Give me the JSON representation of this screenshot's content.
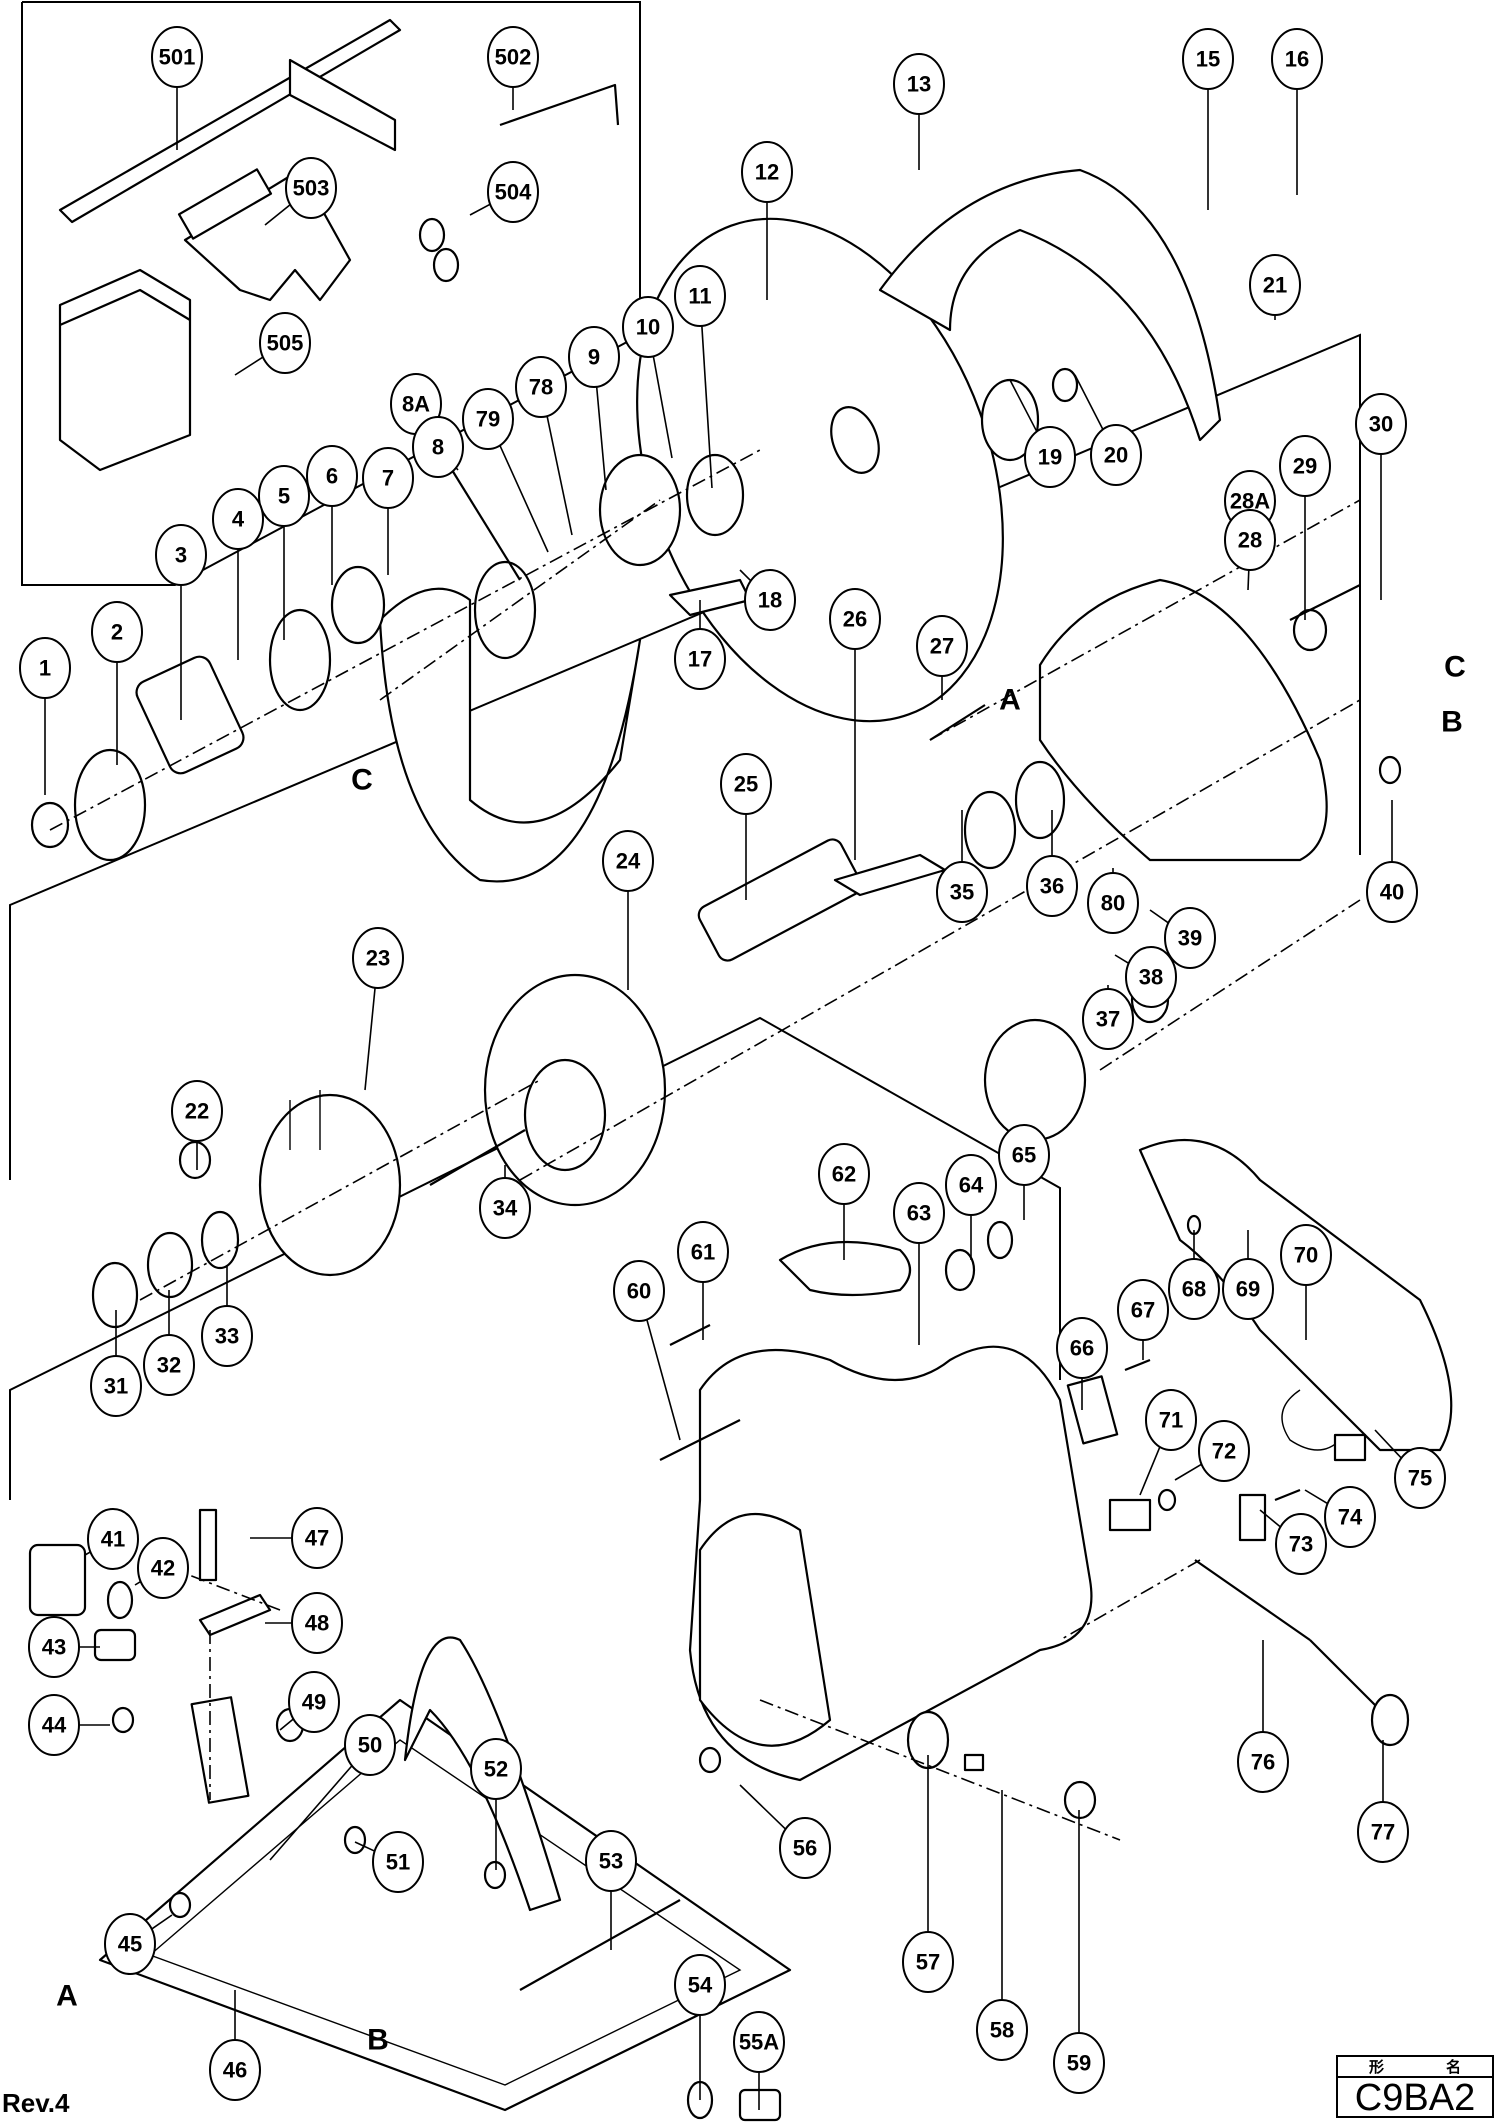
{
  "document": {
    "revision": "Rev.4",
    "model_header": [
      "形",
      "名"
    ],
    "model_name": "C9BA2"
  },
  "reference_letters": [
    "A",
    "A",
    "B",
    "B",
    "C",
    "C"
  ],
  "sections": {
    "accessories": [
      "501",
      "502",
      "503",
      "504",
      "505"
    ],
    "blade_and_guards": [
      "1",
      "2",
      "3",
      "4",
      "5",
      "6",
      "7",
      "8",
      "8A",
      "9",
      "10",
      "11",
      "12",
      "13",
      "15",
      "16",
      "17",
      "18",
      "19",
      "20",
      "21",
      "78",
      "79"
    ],
    "gear_housing": [
      "27",
      "28",
      "28A",
      "29",
      "30",
      "35",
      "36",
      "37",
      "38",
      "39",
      "40",
      "80"
    ],
    "motor": [
      "22",
      "23",
      "24",
      "25",
      "26",
      "31",
      "32",
      "33",
      "34"
    ],
    "handle_and_switch": [
      "56",
      "57",
      "58",
      "59",
      "60",
      "61",
      "62",
      "63",
      "64",
      "65",
      "66",
      "67",
      "68",
      "69",
      "70",
      "71",
      "72",
      "73",
      "74",
      "75",
      "76",
      "77"
    ],
    "base": [
      "41",
      "42",
      "43",
      "44",
      "45",
      "46",
      "47",
      "48",
      "49",
      "50",
      "51",
      "52",
      "53",
      "54",
      "55A"
    ]
  },
  "callouts": [
    "501",
    "502",
    "503",
    "504",
    "505",
    "13",
    "15",
    "16",
    "12",
    "11",
    "10",
    "9",
    "78",
    "79",
    "8A",
    "8",
    "7",
    "6",
    "5",
    "4",
    "3",
    "2",
    "1",
    "21",
    "19",
    "20",
    "18",
    "17",
    "28A",
    "28",
    "29",
    "30",
    "27",
    "26",
    "25",
    "24",
    "23",
    "35",
    "36",
    "80",
    "40",
    "39",
    "38",
    "37",
    "22",
    "34",
    "31",
    "32",
    "33",
    "62",
    "63",
    "64",
    "65",
    "61",
    "60",
    "66",
    "67",
    "68",
    "69",
    "70",
    "71",
    "72",
    "73",
    "74",
    "75",
    "76",
    "77",
    "56",
    "57",
    "58",
    "59",
    "41",
    "42",
    "43",
    "44",
    "45",
    "46",
    "47",
    "48",
    "49",
    "50",
    "51",
    "52",
    "53",
    "54",
    "55A"
  ]
}
